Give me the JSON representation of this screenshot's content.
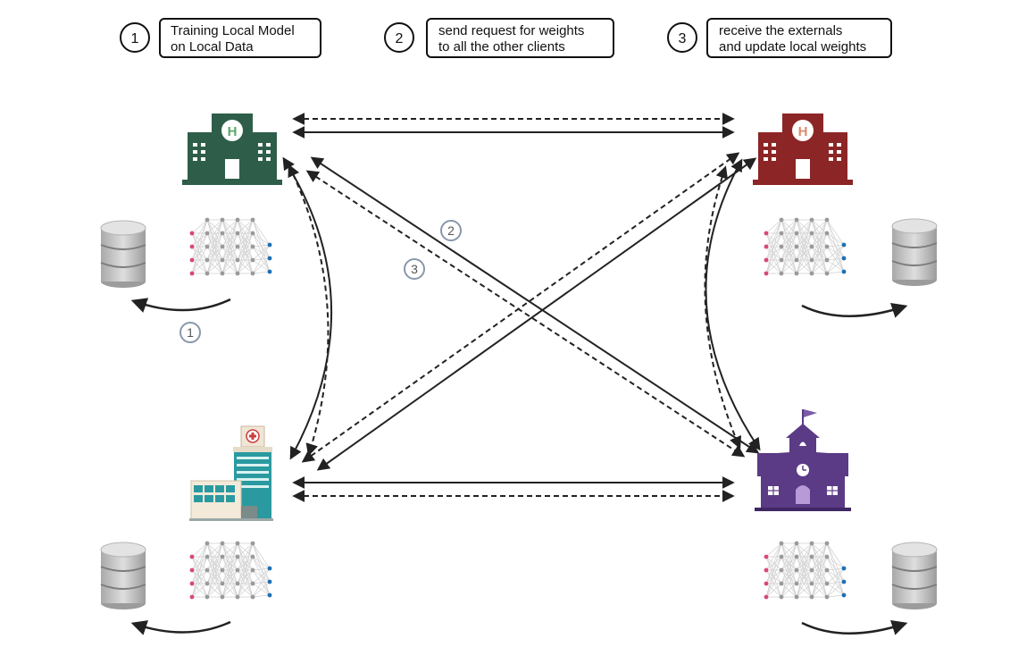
{
  "legend": {
    "steps": [
      {
        "number": "1",
        "line1": "Training Local Model",
        "line2": "on Local Data"
      },
      {
        "number": "2",
        "line1": "send request for weights",
        "line2": "to all the other clients"
      },
      {
        "number": "3",
        "line1": "receive the externals",
        "line2": "and update local weights"
      }
    ]
  },
  "markers": {
    "train": "1",
    "request": "2",
    "receive": "3"
  },
  "clients": [
    {
      "name": "green-hospital",
      "color": "#2e5e4a",
      "badge_letter": "H",
      "badge_color": "#5aa86b"
    },
    {
      "name": "red-hospital",
      "color": "#8c2525",
      "badge_letter": "H",
      "badge_color": "#d98c6e"
    },
    {
      "name": "teal-hospital",
      "color": "#1f8a8f"
    },
    {
      "name": "purple-school",
      "color": "#5b3a86"
    }
  ],
  "colors": {
    "arrow": "#222222",
    "marker_ring": "#8a97ab",
    "input_node": "#d8477a",
    "hidden_node": "#9a9a9a",
    "output_node": "#1f6fb5",
    "database": "#bfbfbf"
  }
}
